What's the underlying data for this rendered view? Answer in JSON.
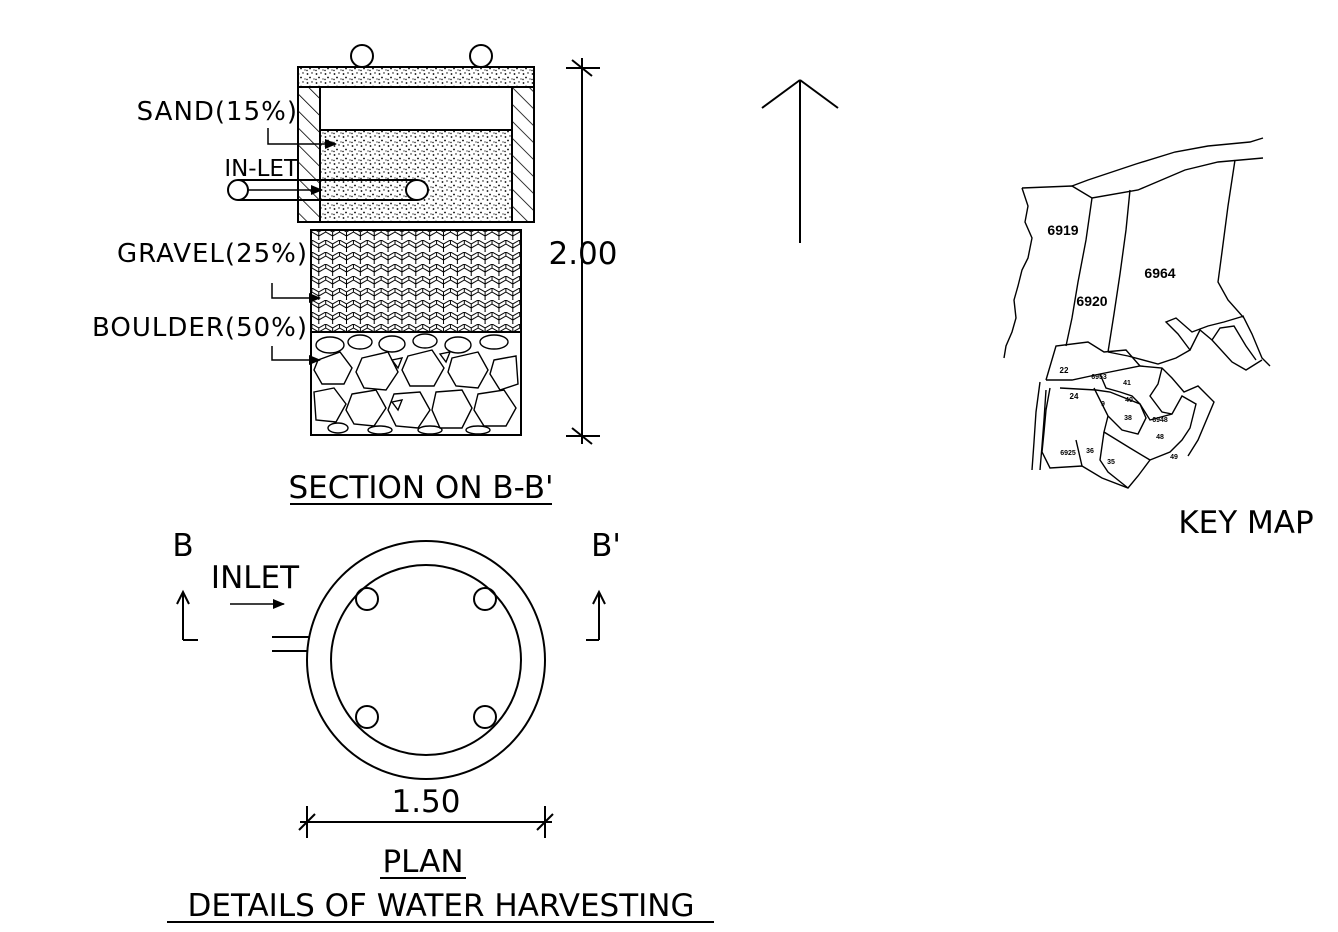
{
  "section": {
    "title": "SECTION ON B-B'",
    "labels": {
      "sand": "SAND(15%)",
      "inlet": "IN-LET",
      "gravel": "GRAVEL(25%)",
      "boulder": "BOULDER(50%)"
    },
    "height_dim": "2.00"
  },
  "plan": {
    "title": "PLAN",
    "inlet": "INLET",
    "cut_left": "B",
    "cut_right": "B'",
    "diameter_dim": "1.50"
  },
  "main_title": "DETAILS OF WATER HARVESTING",
  "key_map": {
    "title": "KEY MAP",
    "plots": [
      "6919",
      "6920",
      "6964",
      "22",
      "6953",
      "41",
      "40",
      "24",
      "9",
      "38",
      "6948",
      "48",
      "6925",
      "36",
      "35",
      "49"
    ]
  }
}
